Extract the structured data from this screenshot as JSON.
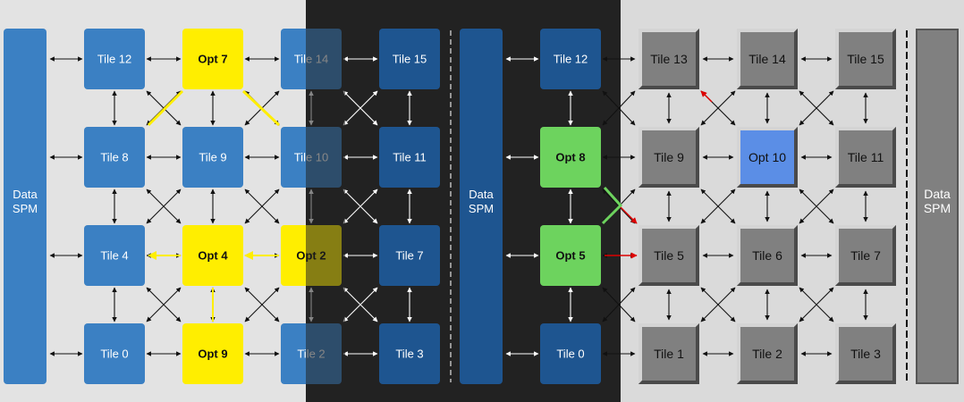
{
  "colors": {
    "light_bg": "#e3e3e3",
    "dark_bg": "#222222",
    "gray_bg": "#dadada",
    "blue_tile": "#3b80c3",
    "dark_blue_tile": "#1e5590",
    "yellow": "#ffee00",
    "green": "#6dd35e",
    "gray_tile": "#808080",
    "opt10_blue": "#5b8ee6",
    "red_arrow": "#dd0000"
  },
  "panel_a": {
    "spm_label": "Data SPM",
    "tiles": [
      {
        "label": "Tile 12",
        "col": 0,
        "row": 0,
        "kind": "blue"
      },
      {
        "label": "Opt 7",
        "col": 1,
        "row": 0,
        "kind": "yellow"
      },
      {
        "label": "Tile 14",
        "col": 2,
        "row": 0,
        "kind": "blue"
      },
      {
        "label": "Tile 15",
        "col": 3,
        "row": 0,
        "kind": "dark"
      },
      {
        "label": "Tile 8",
        "col": 0,
        "row": 1,
        "kind": "blue"
      },
      {
        "label": "Tile 9",
        "col": 1,
        "row": 1,
        "kind": "blue"
      },
      {
        "label": "Tile 10",
        "col": 2,
        "row": 1,
        "kind": "blue"
      },
      {
        "label": "Tile 11",
        "col": 3,
        "row": 1,
        "kind": "dark"
      },
      {
        "label": "Tile 4",
        "col": 0,
        "row": 2,
        "kind": "blue"
      },
      {
        "label": "Opt 4",
        "col": 1,
        "row": 2,
        "kind": "yellow"
      },
      {
        "label": "Opt 2",
        "col": 2,
        "row": 2,
        "kind": "yellow"
      },
      {
        "label": "Tile 7",
        "col": 3,
        "row": 2,
        "kind": "dark"
      },
      {
        "label": "Tile 0",
        "col": 0,
        "row": 3,
        "kind": "blue"
      },
      {
        "label": "Opt 9",
        "col": 1,
        "row": 3,
        "kind": "yellow"
      },
      {
        "label": "Tile 2",
        "col": 2,
        "row": 3,
        "kind": "blue"
      },
      {
        "label": "Tile 3",
        "col": 3,
        "row": 3,
        "kind": "dark"
      }
    ]
  },
  "panel_b": {
    "spm_label": "Data SPM",
    "tiles": [
      {
        "label": "Tile 12",
        "row": 0,
        "kind": "dark"
      },
      {
        "label": "Opt 8",
        "row": 1,
        "kind": "green"
      },
      {
        "label": "Opt 5",
        "row": 2,
        "kind": "green"
      },
      {
        "label": "Tile 0",
        "row": 3,
        "kind": "dark"
      }
    ]
  },
  "panel_c": {
    "spm_label": "Data SPM",
    "tiles": [
      {
        "label": "Tile 13",
        "col": 0,
        "row": 0,
        "kind": "gray"
      },
      {
        "label": "Tile 14",
        "col": 1,
        "row": 0,
        "kind": "gray"
      },
      {
        "label": "Tile 15",
        "col": 2,
        "row": 0,
        "kind": "gray"
      },
      {
        "label": "Tile 9",
        "col": 0,
        "row": 1,
        "kind": "gray"
      },
      {
        "label": "Opt 10",
        "col": 1,
        "row": 1,
        "kind": "optblue"
      },
      {
        "label": "Tile 11",
        "col": 2,
        "row": 1,
        "kind": "gray"
      },
      {
        "label": "Tile 5",
        "col": 0,
        "row": 2,
        "kind": "gray"
      },
      {
        "label": "Tile 6",
        "col": 1,
        "row": 2,
        "kind": "gray"
      },
      {
        "label": "Tile 7",
        "col": 2,
        "row": 2,
        "kind": "gray"
      },
      {
        "label": "Tile 1",
        "col": 0,
        "row": 3,
        "kind": "gray"
      },
      {
        "label": "Tile 2",
        "col": 1,
        "row": 3,
        "kind": "gray"
      },
      {
        "label": "Tile 3",
        "col": 2,
        "row": 3,
        "kind": "gray"
      }
    ]
  }
}
